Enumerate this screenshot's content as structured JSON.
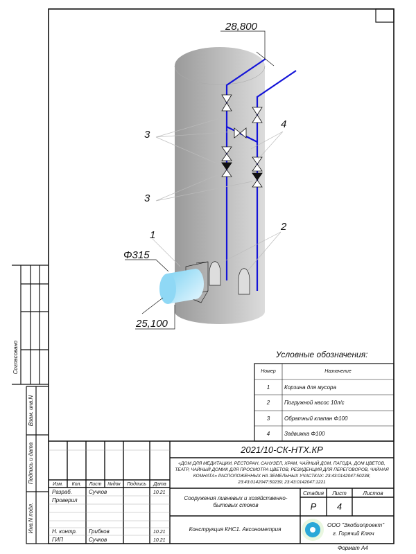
{
  "drawing": {
    "elevation_top": "28,800",
    "elevation_bottom": "25,100",
    "pipe_diameter": "Φ315",
    "callouts": [
      "1",
      "2",
      "3",
      "3",
      "4"
    ],
    "pipe_color": "#1414d8"
  },
  "legend": {
    "title": "Условные обозначения:",
    "headers": [
      "Номер",
      "Назначение"
    ],
    "rows": [
      {
        "num": "1",
        "desc": "Корзина для мусора"
      },
      {
        "num": "2",
        "desc": "Погружной насос 10л/с"
      },
      {
        "num": "3",
        "desc": "Обратный клапан Φ100"
      },
      {
        "num": "4",
        "desc": "Задвижка Φ100"
      }
    ]
  },
  "side_stamps": {
    "agreed": "Согласовано",
    "replace_inv": "Взам. инв.N",
    "sign_date": "Подпись и дата",
    "inv_orig": "Инв.N подл."
  },
  "title_block": {
    "doc_code": "2021/10-СК-НТХ.КР",
    "project": "«ДОМ ДЛЯ МЕДИТАЦИИ, РЕСТОРАН, САНУЗЕЛ, ХРАМ, ЧАЙНЫЙ ДОМ, ПАГОДА, ДОМ ЦВЕТОВ, ТЕАТР, ЧАЙНЫЙ ДОМИК ДЛЯ ПРОСМОТРА ЦВЕТОВ, РЕЗИДЕНЦИЯ ДЛЯ ПЕРЕГОВОРОВ, ЧАЙНАЯ КОМНАТА» РАСПОЛОЖЕННЫХ НА ЗЕМЕЛЬНЫХ УЧАСТКАХ:",
    "parcels": "23:43:0142047:50238; 23:43:0142047:50239; 23:43:0142047:1221",
    "columns": [
      "Изм.",
      "Кол.",
      "Лист",
      "№док",
      "Подпись",
      "Дата"
    ],
    "people": [
      {
        "role": "Разраб.",
        "name": "Сучков",
        "date": "10.21"
      },
      {
        "role": "Проверил",
        "name": "",
        "date": ""
      },
      {
        "role": "Н. контр.",
        "name": "Грибков",
        "date": "10.21"
      },
      {
        "role": "ГИП",
        "name": "Сучков",
        "date": "10.21"
      }
    ],
    "object": "Сооружения ливневых и хозяйственно-бытовых стоков",
    "sheet_title": "Конструкция КНС1. Аксонометрия",
    "stage_label": "Стадия",
    "sheet_label": "Лист",
    "sheets_label": "Листов",
    "stage": "Р",
    "sheet": "4",
    "sheets": "",
    "company": "ООО \"Экобиопроект\"",
    "city": "г. Горячий Ключ",
    "format": "Формат А4"
  }
}
